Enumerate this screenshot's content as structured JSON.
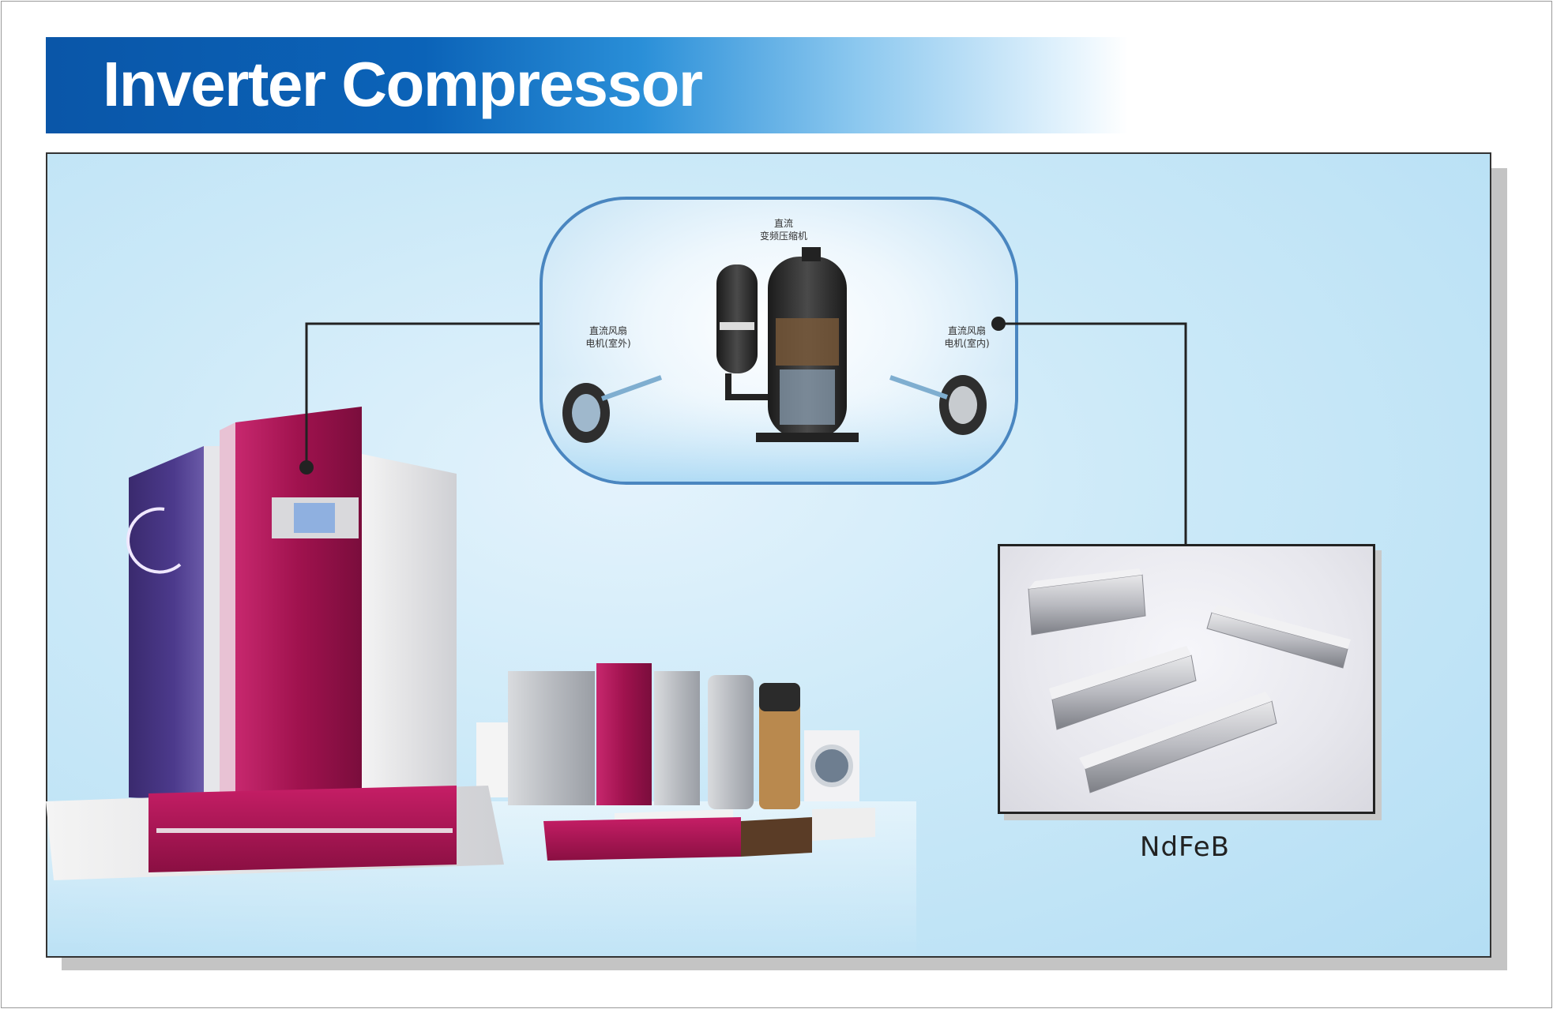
{
  "title": "Inverter Compressor",
  "compressor": {
    "label_top_line1": "直流",
    "label_top_line2": "变频压缩机",
    "label_left_line1": "直流风扇",
    "label_left_line2": "电机(室外)",
    "label_right_line1": "直流风扇",
    "label_right_line2": "电机(室内)"
  },
  "magnet": {
    "caption": "NdFeB"
  },
  "colors": {
    "banner": "#0a56a8",
    "panel_background": "#c3e6f7",
    "capsule_border": "#4a86c0",
    "appliance_accent": "#a0124e"
  }
}
